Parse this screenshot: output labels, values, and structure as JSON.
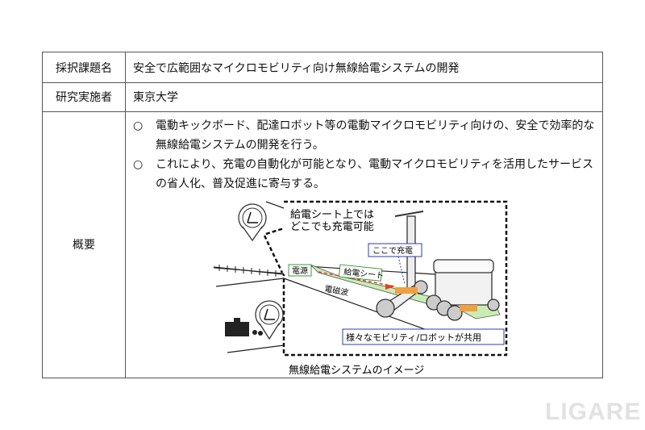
{
  "table": {
    "rows": [
      {
        "header": "採択課題名",
        "value": "安全で広範囲なマイクロモビリティ向け無線給電システムの開発"
      },
      {
        "header": "研究実施者",
        "value": "東京大学"
      },
      {
        "header": "概要",
        "bullets": [
          {
            "mark": "○",
            "text": "電動キックボード、配達ロボット等の電動マイクロモビリティ向けの、安全で効率的な無線給電システムの開発を行う。"
          },
          {
            "mark": "○",
            "text": "これにより、充電の自動化が可能となり、電動マイクロモビリティを活用したサービスの省人化、普及促進に寄与する。"
          }
        ]
      }
    ]
  },
  "figure": {
    "callout_line1": "給電シート上では",
    "callout_line2": "どこでも充電可能",
    "charge_here": "ここで充電",
    "power_source": "電源",
    "power_sheet": "給電シート",
    "em_wave": "電磁波",
    "shared": "様々なモビリティ/ロボットが共用",
    "caption": "無線給電システムのイメージ"
  },
  "logo": "LIGARE"
}
